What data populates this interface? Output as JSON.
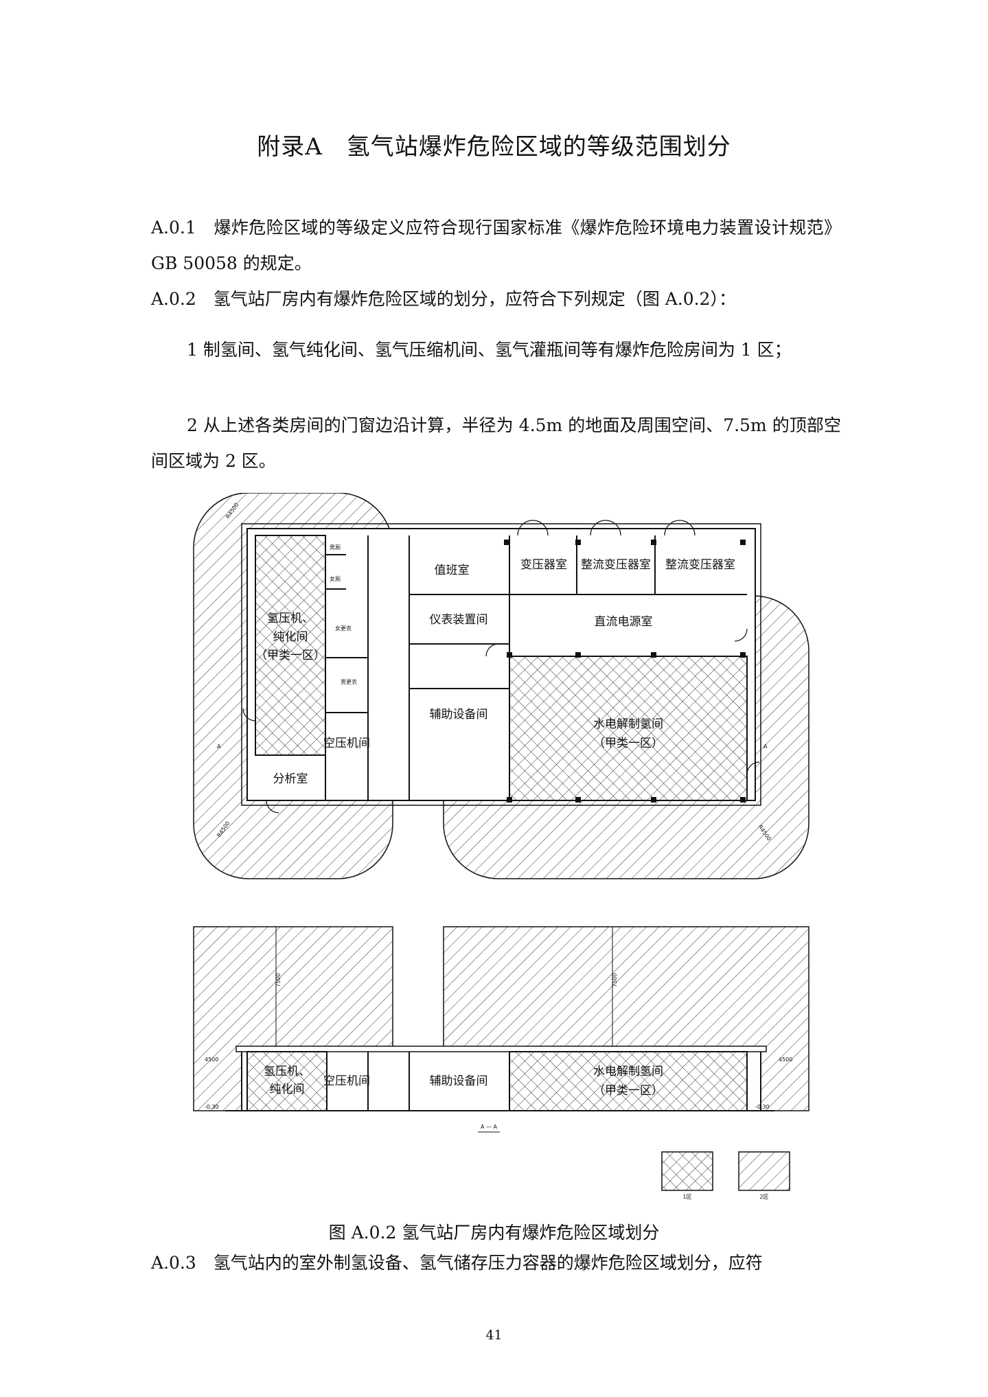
{
  "heading": "附录A　氢气站爆炸危险区域的等级范围划分",
  "paragraphs": {
    "a01": "A.0.1　爆炸危险区域的等级定义应符合现行国家标准《爆炸危险环境电力装置设计规范》GB 50058 的规定。",
    "a02": "A.0.2　氢气站厂房内有爆炸危险区域的划分，应符合下列规定（图 A.0.2）：",
    "item1": "1 制氢间、氢气纯化间、氢气压缩机间、氢气灌瓶间等有爆炸危险房间为 1 区；",
    "item2": "2 从上述各类房间的门窗边沿计算，半径为 4.5m 的地面及周围空间、7.5m 的顶部空间区域为 2 区。",
    "a03": "A.0.3　氢气站内的室外制氢设备、氢气储存压力容器的爆炸危险区域划分，应符"
  },
  "figure": {
    "rooms": {
      "duty": "值班室",
      "transformer": "变压器室",
      "rectifier1": "整流变压器室",
      "rectifier2": "整流变压器室",
      "instrument": "仪表装置间",
      "dc_power": "直流电源室",
      "h2_compressor_line1": "氢压机、",
      "h2_compressor_line2": "纯化间",
      "h2_compressor_line3": "（甲类一区）",
      "electrolysis_line1": "水电解制氢间",
      "electrolysis_line2": "（甲类一区）",
      "auxiliary": "辅助设备间",
      "air_compressor": "空压机间",
      "analysis": "分析室",
      "male_wc": "男厕",
      "female_wc": "女厕",
      "female_locker": "女更衣",
      "male_locker": "男更衣"
    },
    "dims": {
      "r1": "R4500",
      "r2": "R4500",
      "r3": "R4500",
      "h1": "7500",
      "h2": "7500",
      "w1": "4500",
      "w2": "4500",
      "lvl1": "-0.30",
      "lvl2": "-0.30"
    },
    "section_rooms": {
      "h2_line1": "氢压机、",
      "h2_line2": "纯化间",
      "air": "空压机间",
      "aux": "辅助设备间",
      "elec_line1": "水电解制氢间",
      "elec_line2": "（甲类一区）"
    },
    "section_label": "A — A",
    "cut_marks": [
      "A",
      "A"
    ],
    "legend": {
      "zone1": "1区",
      "zone2": "2区"
    }
  },
  "caption": "图 A.0.2 氢气站厂房内有爆炸危险区域划分",
  "page_number": "41"
}
